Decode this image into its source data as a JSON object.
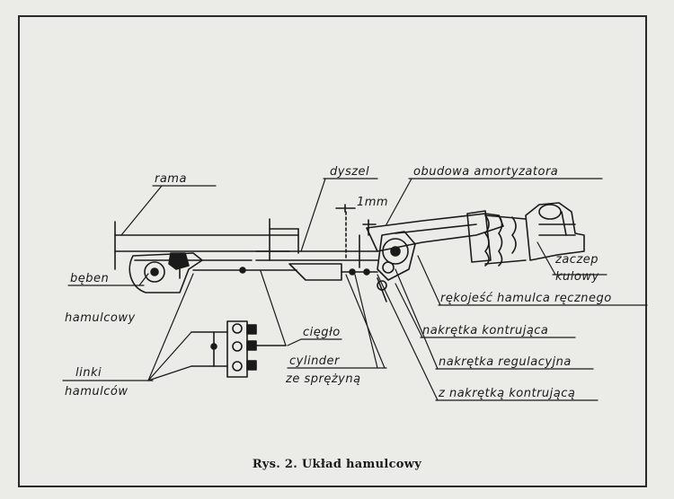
{
  "labels": {
    "rama": "rama",
    "dyszel": "dyszel",
    "obudowa": "obudowa amortyzatora",
    "mm": "1mm",
    "zaczep_1": "zaczep",
    "zaczep_2": "kulowy",
    "beben_1": "bęben",
    "beben_2": "hamulcowy",
    "rekojesc": "rękojeść hamulca ręcznego",
    "ciegno": "cięgło",
    "nakretka_kontr": "nakrętka kontrująca",
    "cylinder_1": "cylinder",
    "cylinder_2": "ze sprężyną",
    "nakretka_reg": "nakrętka regulacyjna",
    "z_nakretka": "z nakrętką kontrującą",
    "linki_1": "linki",
    "linki_2": "hamulców"
  },
  "caption": "Rys. 2. Układ hamulcowy"
}
